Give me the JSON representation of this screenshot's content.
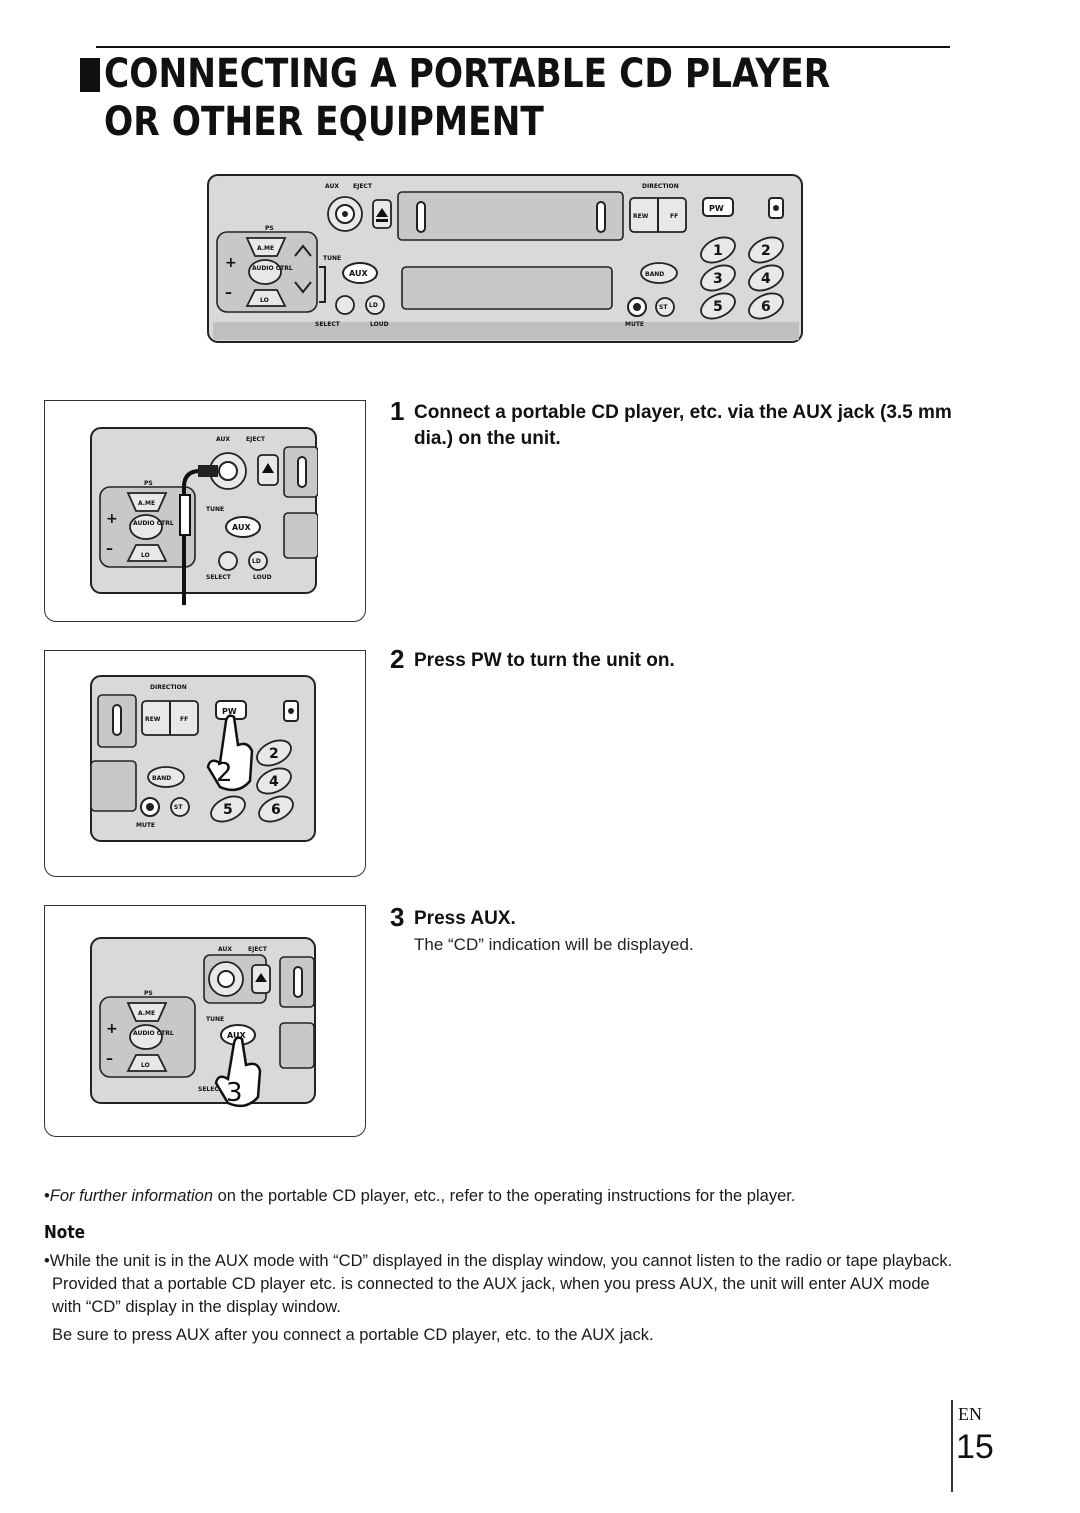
{
  "title": "Connecting a portable CD player or other equipment",
  "device": {
    "labels": {
      "aux_top": "AUX",
      "eject": "EJECT",
      "direction": "DIRECTION",
      "rew": "REW",
      "ff": "FF",
      "pw": "PW",
      "ps": "PS",
      "ame": "A.ME",
      "audio_ctrl": "AUDIO CTRL",
      "lo": "LO",
      "tune": "TUNE",
      "aux_btn": "AUX",
      "ld": "LD",
      "select": "SELECT",
      "loud": "LOUD",
      "band": "BAND",
      "st": "ST",
      "mute": "MUTE",
      "plus": "+",
      "minus": "–",
      "presets": [
        "1",
        "2",
        "3",
        "4",
        "5",
        "6"
      ]
    },
    "callouts": {
      "step2": "2",
      "step3": "3"
    }
  },
  "steps": [
    {
      "number": "1",
      "text": "Connect a portable CD player, etc. via the AUX jack (3.5 mm dia.) on the unit.",
      "sub": ""
    },
    {
      "number": "2",
      "text": "Press PW to turn the unit on.",
      "sub": ""
    },
    {
      "number": "3",
      "text": "Press AUX.",
      "sub": "The “CD” indication will be displayed."
    }
  ],
  "further_info": {
    "italic": "For further information",
    "rest": " on the portable CD player, etc., refer to the operating instructions for the player."
  },
  "note": {
    "heading": "Note",
    "bullet": "While the unit is in the AUX mode with “CD” displayed in the display window, you cannot listen to the radio or tape playback. Provided that a portable CD player etc. is connected to the AUX jack, when you press AUX, the unit will enter AUX mode with “CD” display in the display window.",
    "extra": "Be sure to press AUX after you connect a portable CD player, etc. to the AUX jack."
  },
  "footer": {
    "lang": "EN",
    "page": "15"
  }
}
